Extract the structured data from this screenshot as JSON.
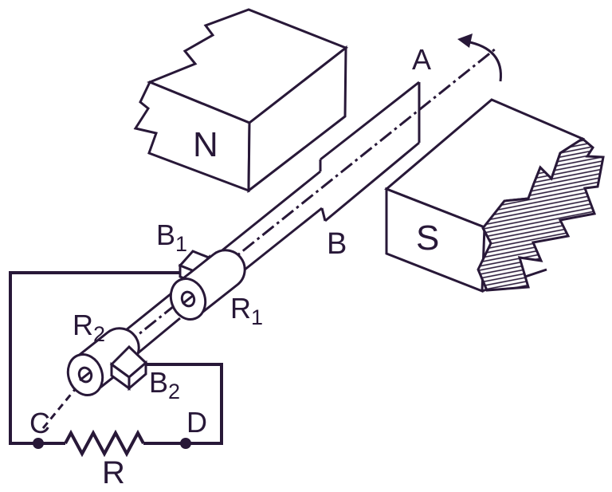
{
  "diagram": {
    "colors": {
      "line": "#281838",
      "background": "#ffffff"
    },
    "labels": {
      "magnet_north": "N",
      "magnet_south": "S",
      "coil_end_a": "A",
      "coil_end_b": "B",
      "slip_ring_1": {
        "base": "R",
        "sub": "1"
      },
      "slip_ring_2": {
        "base": "R",
        "sub": "2"
      },
      "brush_1": {
        "base": "B",
        "sub": "1"
      },
      "brush_2": {
        "base": "B",
        "sub": "2"
      },
      "terminal_c": "C",
      "terminal_d": "D",
      "resistor": "R"
    }
  }
}
